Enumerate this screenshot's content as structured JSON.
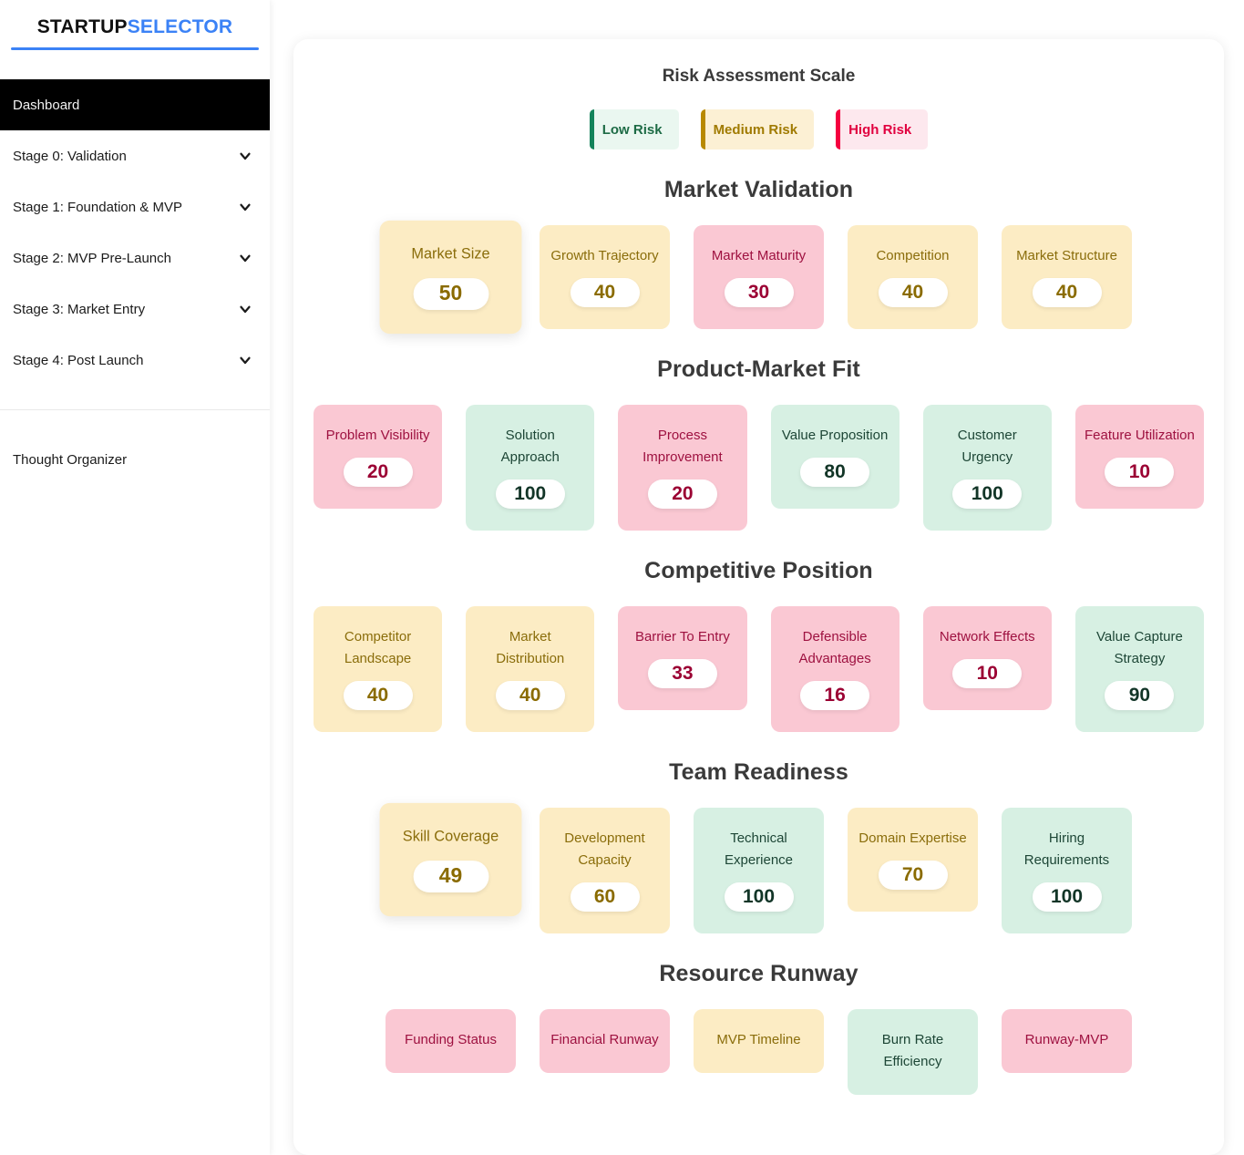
{
  "sidebar": {
    "logo": {
      "part1": "STARTUP",
      "part2": "SELECTOR"
    },
    "items": [
      {
        "label": "Dashboard",
        "active": true,
        "chevron": false
      },
      {
        "label": "Stage 0: Validation",
        "active": false,
        "chevron": true
      },
      {
        "label": "Stage 1: Foundation & MVP",
        "active": false,
        "chevron": true
      },
      {
        "label": "Stage 2: MVP Pre-Launch",
        "active": false,
        "chevron": true
      },
      {
        "label": "Stage 3: Market Entry",
        "active": false,
        "chevron": true
      },
      {
        "label": "Stage 4: Post Launch",
        "active": false,
        "chevron": true
      }
    ],
    "bottom_items": [
      {
        "label": "Thought Organizer",
        "active": false,
        "chevron": false
      }
    ]
  },
  "legend": {
    "title": "Risk Assessment Scale",
    "items": [
      {
        "label": "Low Risk",
        "risk": "low",
        "accent": "#13835a",
        "bg": "#eaf7f0",
        "text": "#1d6b45"
      },
      {
        "label": "Medium Risk",
        "risk": "med",
        "accent": "#b88900",
        "bg": "#fcf0d4",
        "text": "#a07a00"
      },
      {
        "label": "High Risk",
        "risk": "high",
        "accent": "#f5003f",
        "bg": "#fde8ee",
        "text": "#e1003f"
      }
    ]
  },
  "colors": {
    "low_bg": "#d7f0e3",
    "medium_bg": "#fcecc4",
    "high_bg": "#fac8d3",
    "low_text": "#123527",
    "medium_text": "#8a6b00",
    "high_text": "#9b0033",
    "brand_blue": "#3b82f6"
  },
  "sections": [
    {
      "title": "Market Validation",
      "cards": [
        {
          "label": "Market Size",
          "value": "50",
          "risk": "med",
          "hovered": true
        },
        {
          "label": "Growth Trajectory",
          "value": "40",
          "risk": "med",
          "hovered": false
        },
        {
          "label": "Market Maturity",
          "value": "30",
          "risk": "high",
          "hovered": false
        },
        {
          "label": "Competition",
          "value": "40",
          "risk": "med",
          "hovered": false
        },
        {
          "label": "Market Structure",
          "value": "40",
          "risk": "med",
          "hovered": false
        }
      ]
    },
    {
      "title": "Product-Market Fit",
      "cards": [
        {
          "label": "Problem Visibility",
          "value": "20",
          "risk": "high",
          "hovered": false
        },
        {
          "label": "Solution Approach",
          "value": "100",
          "risk": "low",
          "hovered": false
        },
        {
          "label": "Process Improvement",
          "value": "20",
          "risk": "high",
          "hovered": false
        },
        {
          "label": "Value Proposition",
          "value": "80",
          "risk": "low",
          "hovered": false
        },
        {
          "label": "Customer Urgency",
          "value": "100",
          "risk": "low",
          "hovered": false
        },
        {
          "label": "Feature Utilization",
          "value": "10",
          "risk": "high",
          "hovered": false
        }
      ]
    },
    {
      "title": "Competitive Position",
      "cards": [
        {
          "label": "Competitor Landscape",
          "value": "40",
          "risk": "med",
          "hovered": false
        },
        {
          "label": "Market Distribution",
          "value": "40",
          "risk": "med",
          "hovered": false
        },
        {
          "label": "Barrier To Entry",
          "value": "33",
          "risk": "high",
          "hovered": false
        },
        {
          "label": "Defensible Advantages",
          "value": "16",
          "risk": "high",
          "hovered": false
        },
        {
          "label": "Network Effects",
          "value": "10",
          "risk": "high",
          "hovered": false
        },
        {
          "label": "Value Capture Strategy",
          "value": "90",
          "risk": "low",
          "hovered": false
        }
      ]
    },
    {
      "title": "Team Readiness",
      "cards": [
        {
          "label": "Skill Coverage",
          "value": "49",
          "risk": "med",
          "hovered": true
        },
        {
          "label": "Development Capacity",
          "value": "60",
          "risk": "med",
          "hovered": false
        },
        {
          "label": "Technical Experience",
          "value": "100",
          "risk": "low",
          "hovered": false
        },
        {
          "label": "Domain Expertise",
          "value": "70",
          "risk": "med",
          "hovered": false
        },
        {
          "label": "Hiring Requirements",
          "value": "100",
          "risk": "low",
          "hovered": false
        }
      ]
    },
    {
      "title": "Resource Runway",
      "cards": [
        {
          "label": "Funding Status",
          "value": "",
          "risk": "high",
          "hovered": false
        },
        {
          "label": "Financial Runway",
          "value": "",
          "risk": "high",
          "hovered": false
        },
        {
          "label": "MVP Timeline",
          "value": "",
          "risk": "med",
          "hovered": false
        },
        {
          "label": "Burn Rate Efficiency",
          "value": "",
          "risk": "low",
          "hovered": false
        },
        {
          "label": "Runway-MVP",
          "value": "",
          "risk": "high",
          "hovered": false
        }
      ]
    }
  ]
}
